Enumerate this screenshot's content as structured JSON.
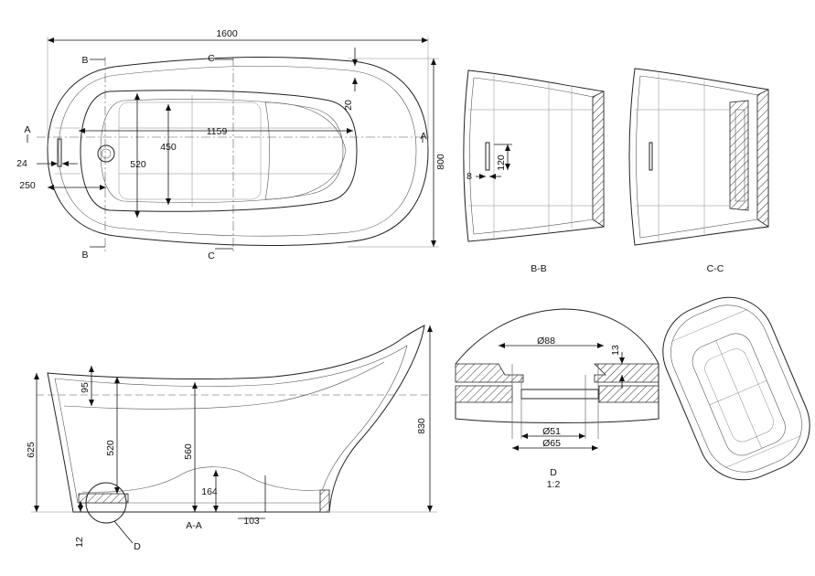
{
  "top_view": {
    "overall_length": "1600",
    "overall_width": "800",
    "inner_length": "1159",
    "inner_width": "520",
    "depth_450": "450",
    "rim_20": "20",
    "drain_offset_24": "24",
    "drain_offset_250": "250",
    "mark_a": "A",
    "mark_b": "B",
    "mark_c": "C"
  },
  "section_bb": {
    "label": "B-B",
    "dim_8": "8",
    "dim_120": "120"
  },
  "section_cc": {
    "label": "C-C"
  },
  "section_aa": {
    "label": "A-A",
    "overall_height": "830",
    "height_625": "625",
    "dim_95": "95",
    "dim_520": "520",
    "dim_560": "560",
    "dim_164": "164",
    "dim_103": "103",
    "dim_12": "12",
    "detail_mark": "D"
  },
  "detail_d": {
    "label": "D",
    "scale": "1:2",
    "dia_88": "Ø88",
    "dia_51": "Ø51",
    "dia_65": "Ø65",
    "dim_13": "13"
  }
}
